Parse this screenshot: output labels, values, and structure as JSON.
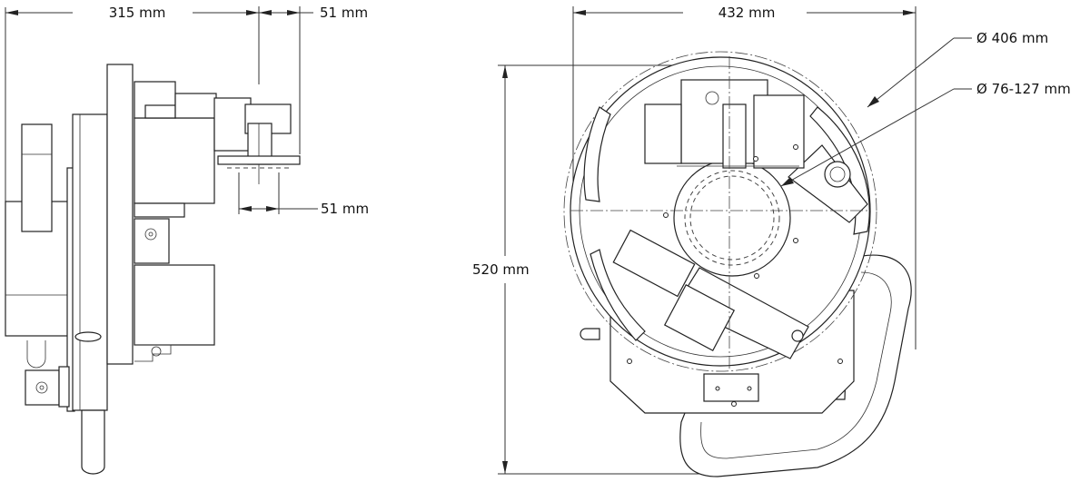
{
  "drawing": {
    "side_view": {
      "overall_depth_label": "315 mm",
      "head_offset_label": "51 mm",
      "tool_width_label": "51 mm"
    },
    "front_view": {
      "overall_width_label": "432 mm",
      "overall_height_label": "520 mm",
      "ring_diameter_label": "Ø 406 mm",
      "pipe_range_label": "Ø 76-127 mm"
    }
  }
}
